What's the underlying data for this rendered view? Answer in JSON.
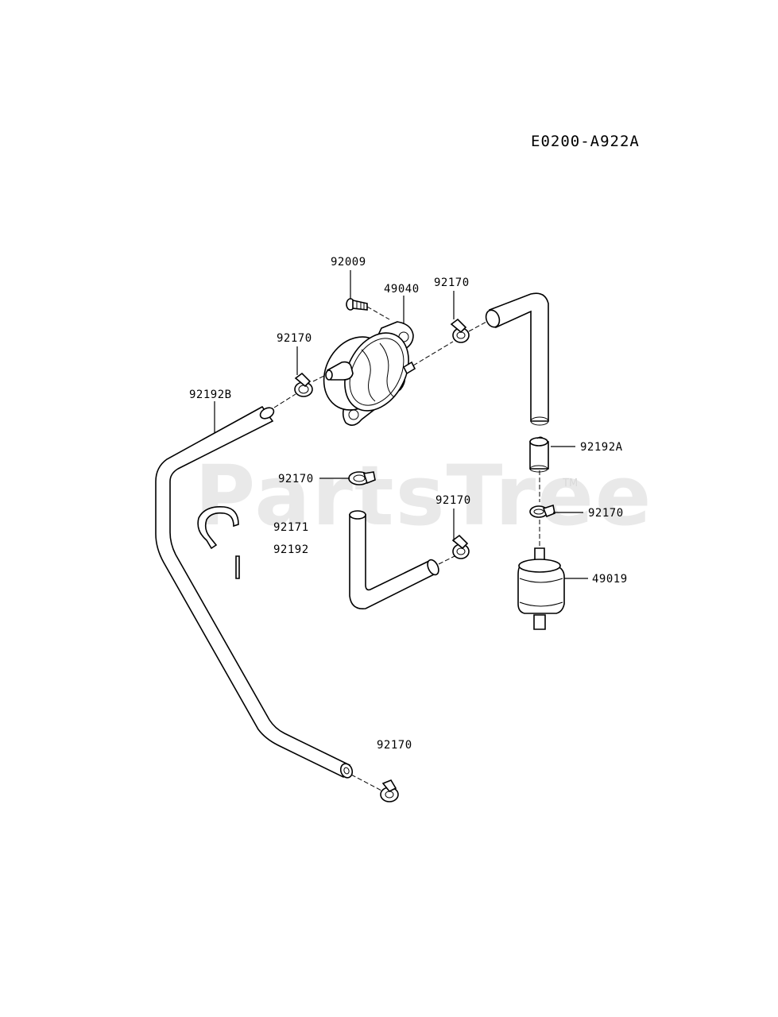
{
  "diagram_code": "E0200-A922A",
  "watermark": "PartsTree",
  "watermark_tm": "TM",
  "labels": {
    "bolt_92009": "92009",
    "pump_49040": "49040",
    "clamp_top_right": "92170",
    "clamp_pump_left": "92170",
    "hose_92192B": "92192B",
    "clamp_mid_left": "92170",
    "clip_92171": "92171",
    "pin_92192": "92192",
    "clamp_mid_center": "92170",
    "hose_92192A": "92192A",
    "clamp_filter": "92170",
    "filter_49019": "49019",
    "clamp_bottom": "92170"
  }
}
